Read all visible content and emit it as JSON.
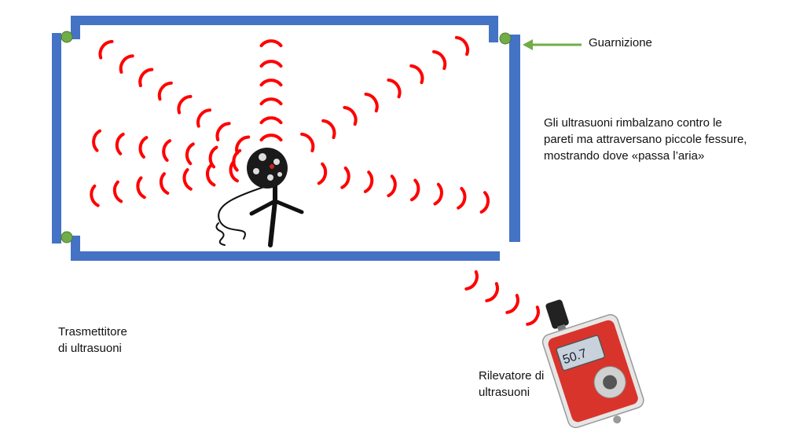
{
  "labels": {
    "gasket": "Guarnizione",
    "explanation": [
      "Gli ultrasuoni rimbalzano contro le",
      "pareti ma attraversano piccole fessure,",
      "mostrando dove «passa l’aria»"
    ],
    "transmitter": [
      "Trasmettitore",
      "di ultrasuoni"
    ],
    "detector": [
      "Rilevatore di",
      "ultrasuoni"
    ],
    "display_reading": "50.7"
  },
  "colors": {
    "wall": "#4472c4",
    "gasket_dot": "#70ad47",
    "wave": "#ff0000",
    "arrow": "#70ad47",
    "detector_body": "#d9342b",
    "detector_screen": "#c8d2dc"
  },
  "icons": [
    "transmitter-sphere-icon",
    "tripod-icon",
    "ultrasound-detector-icon",
    "arrow-left-icon"
  ]
}
